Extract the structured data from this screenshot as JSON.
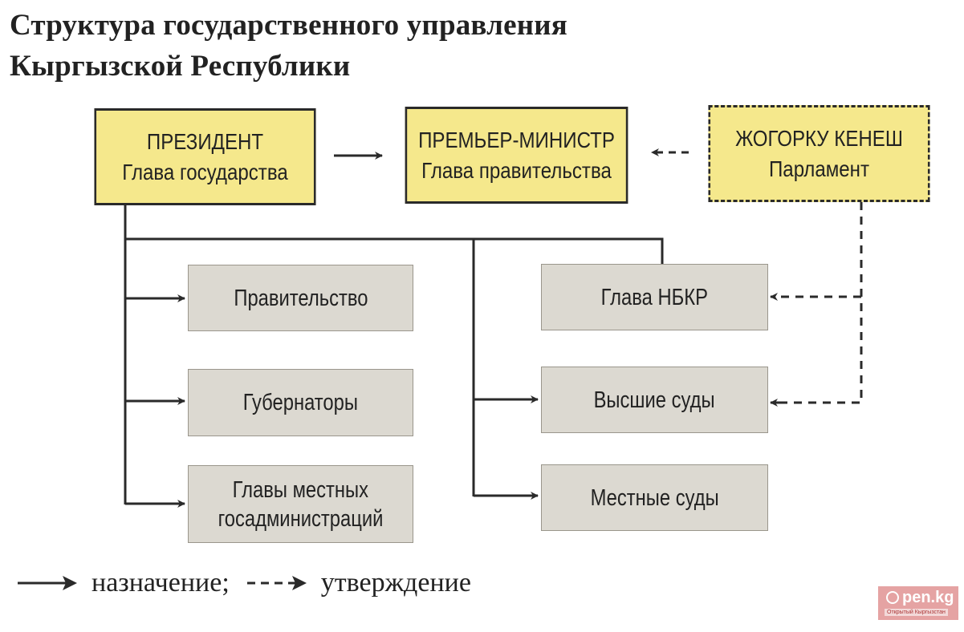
{
  "title": {
    "line1": "Структура государственного управления",
    "line2": "Кыргызской Республики"
  },
  "nodes": {
    "president": {
      "title": "ПРЕЗИДЕНТ",
      "subtitle": "Глава государства"
    },
    "prime_minister": {
      "title": "ПРЕМЬЕР-МИНИСТР",
      "subtitle": "Глава правительства"
    },
    "parliament": {
      "title": "ЖОГОРКУ КЕНЕШ",
      "subtitle": "Парламент"
    },
    "government": {
      "label": "Правительство"
    },
    "governors": {
      "label": "Губернаторы"
    },
    "local_admin_heads": {
      "line1": "Главы местных",
      "line2": "госадминистраций"
    },
    "nbkr_head": {
      "label": "Глава НБКР"
    },
    "supreme_courts": {
      "label": "Высшие суды"
    },
    "local_courts": {
      "label": "Местные суды"
    }
  },
  "edges": [
    {
      "from": "president",
      "to": "prime_minister",
      "type": "назначение"
    },
    {
      "from": "parliament",
      "to": "prime_minister",
      "type": "утверждение"
    },
    {
      "from": "president",
      "to": "government",
      "type": "назначение"
    },
    {
      "from": "president",
      "to": "governors",
      "type": "назначение"
    },
    {
      "from": "president",
      "to": "local_admin_heads",
      "type": "назначение"
    },
    {
      "from": "president",
      "to": "nbkr_head",
      "type": "назначение"
    },
    {
      "from": "president",
      "to": "supreme_courts",
      "type": "назначение"
    },
    {
      "from": "president",
      "to": "local_courts",
      "type": "назначение"
    },
    {
      "from": "parliament",
      "to": "nbkr_head",
      "type": "утверждение"
    },
    {
      "from": "parliament",
      "to": "supreme_courts",
      "type": "утверждение"
    }
  ],
  "legend": {
    "solid_label": "назначение;",
    "dashed_label": "утверждение"
  },
  "watermark": {
    "main": "pen.kg",
    "sub": "Открытый Кыргызстан"
  },
  "colors": {
    "top_box": "#f5e88c",
    "sub_box": "#dcd9d1",
    "line": "#2a2a2a"
  }
}
